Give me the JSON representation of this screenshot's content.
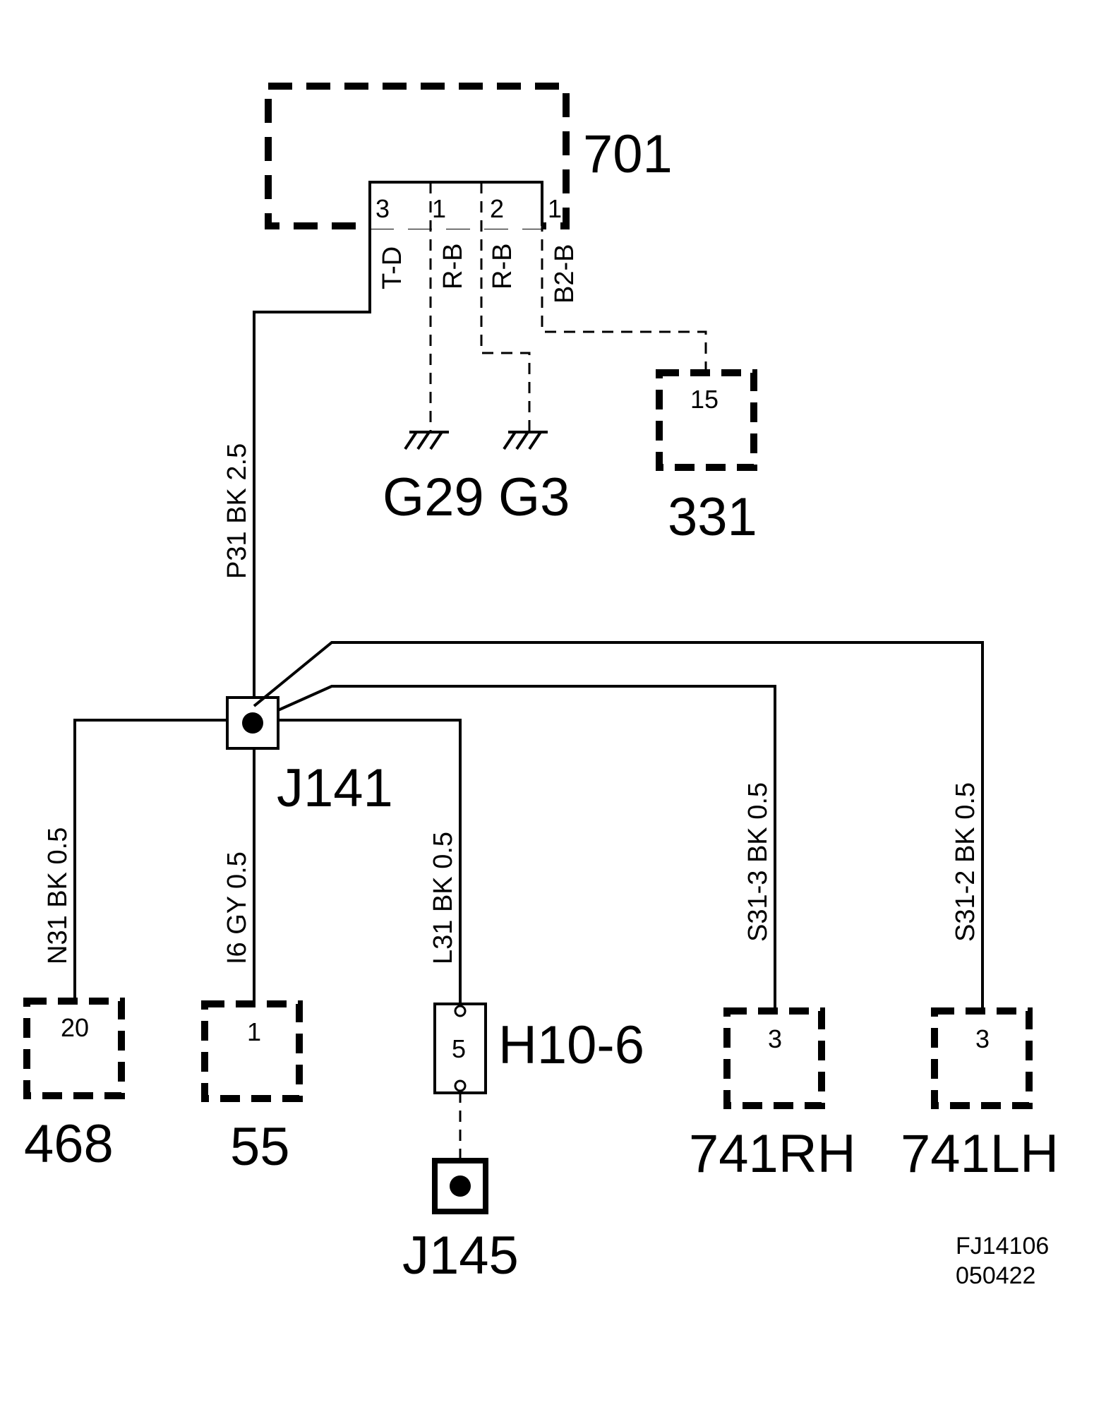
{
  "components": {
    "c701": "701",
    "g29": "G29",
    "g3": "G3",
    "c331": "331",
    "j141": "J141",
    "c468": "468",
    "c55": "55",
    "h10": "H10-6",
    "j145": "J145",
    "c741rh": "741RH",
    "c741lh": "741LH"
  },
  "pins": {
    "p701_3": "3",
    "p701_1a": "1",
    "p701_2": "2",
    "p701_1b": "1",
    "p331": "15",
    "p468": "20",
    "p55": "1",
    "ph10": "5",
    "p741rh": "3",
    "p741lh": "3"
  },
  "wires": {
    "td": "T-D",
    "rb1": "R-B",
    "rb2": "R-B",
    "b2b": "B2-B",
    "p31": "P31  BK  2.5",
    "n31": "N31  BK  0.5",
    "i6": "I6 GY  0.5",
    "l31": "L31  BK  0.5",
    "s313": "S31-3  BK  0.5",
    "s312": "S31-2  BK  0.5"
  },
  "reference": {
    "code": "FJ14106",
    "date": "050422"
  }
}
